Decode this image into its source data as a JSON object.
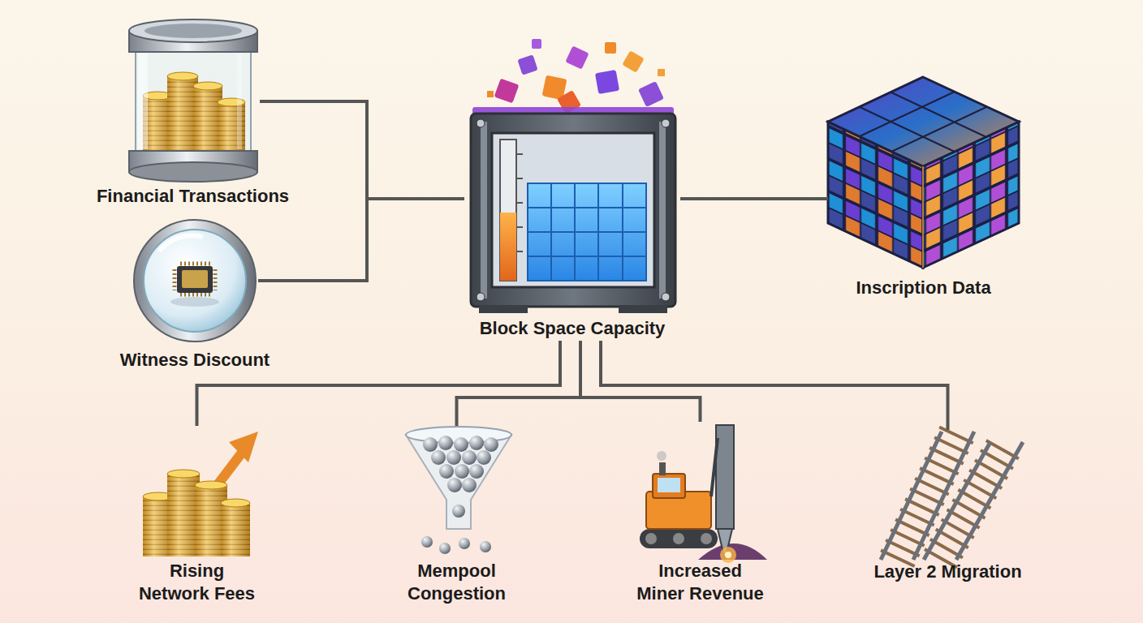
{
  "diagram": {
    "nodes": [
      {
        "text": [
          "Financial Transactions"
        ]
      },
      {
        "text": [
          "Witness Discount"
        ]
      },
      {
        "text": [
          "Block Space Capacity"
        ]
      },
      {
        "text": [
          "Inscription Data"
        ]
      },
      {
        "text": [
          "Rising Network Fees"
        ]
      },
      {
        "text": [
          "Mempool Congestion"
        ]
      },
      {
        "text": [
          "Increased Miner Revenue"
        ]
      },
      {
        "text": [
          "Layer 2 Migration"
        ]
      }
    ],
    "edges": [
      {
        "from": 0,
        "to": 2,
        "arrow": "none"
      },
      {
        "from": 1,
        "to": 2,
        "arrow": "none"
      },
      {
        "from": 2,
        "to": 3,
        "arrow": "none"
      },
      {
        "from": 2,
        "to": 4,
        "arrow": "none"
      },
      {
        "from": 2,
        "to": 5,
        "arrow": "none"
      },
      {
        "from": 2,
        "to": 6,
        "arrow": "none"
      },
      {
        "from": 2,
        "to": 7,
        "arrow": "none"
      }
    ]
  }
}
